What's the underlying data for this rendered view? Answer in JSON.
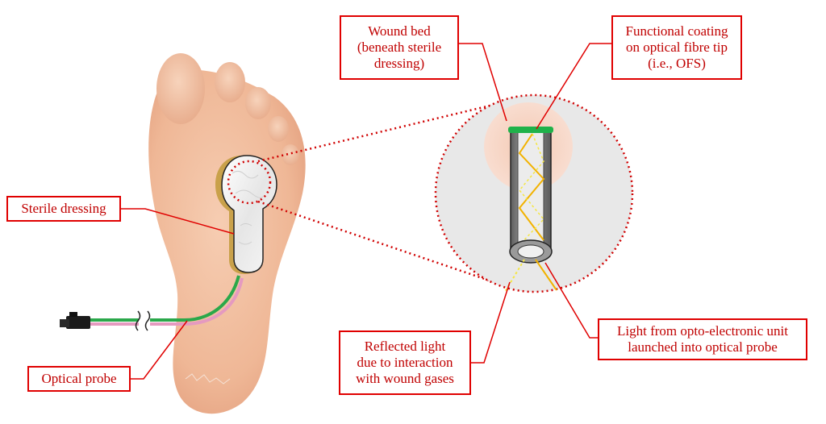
{
  "labels": {
    "wound_bed": [
      "Wound bed",
      "(beneath sterile",
      "dressing)"
    ],
    "functional_coating": [
      "Functional coating",
      "on optical fibre tip",
      "(i.e., OFS)"
    ],
    "sterile_dressing": [
      "Sterile dressing"
    ],
    "optical_probe": [
      "Optical probe"
    ],
    "reflected_light": [
      "Reflected light",
      "due to interaction",
      "with wound gases"
    ],
    "light_from_unit": [
      "Light from opto-electronic unit",
      "launched into optical probe"
    ]
  },
  "colors": {
    "label_border": "#e00000",
    "label_text": "#c00000",
    "skin": "#f2bfa0",
    "skin_dark": "#e3a07e",
    "zoom_circle": "#e8e8e8",
    "zoom_dots": "#d00000",
    "wound_glow": "#f7d7c7",
    "fibre_grey": "#7a7a7a",
    "coating_green": "#1fb24a",
    "reflected_light": "#f5e642",
    "launched_light": "#f2b200",
    "cable_green": "#2aa84a",
    "cable_pink": "#e59ac0"
  }
}
